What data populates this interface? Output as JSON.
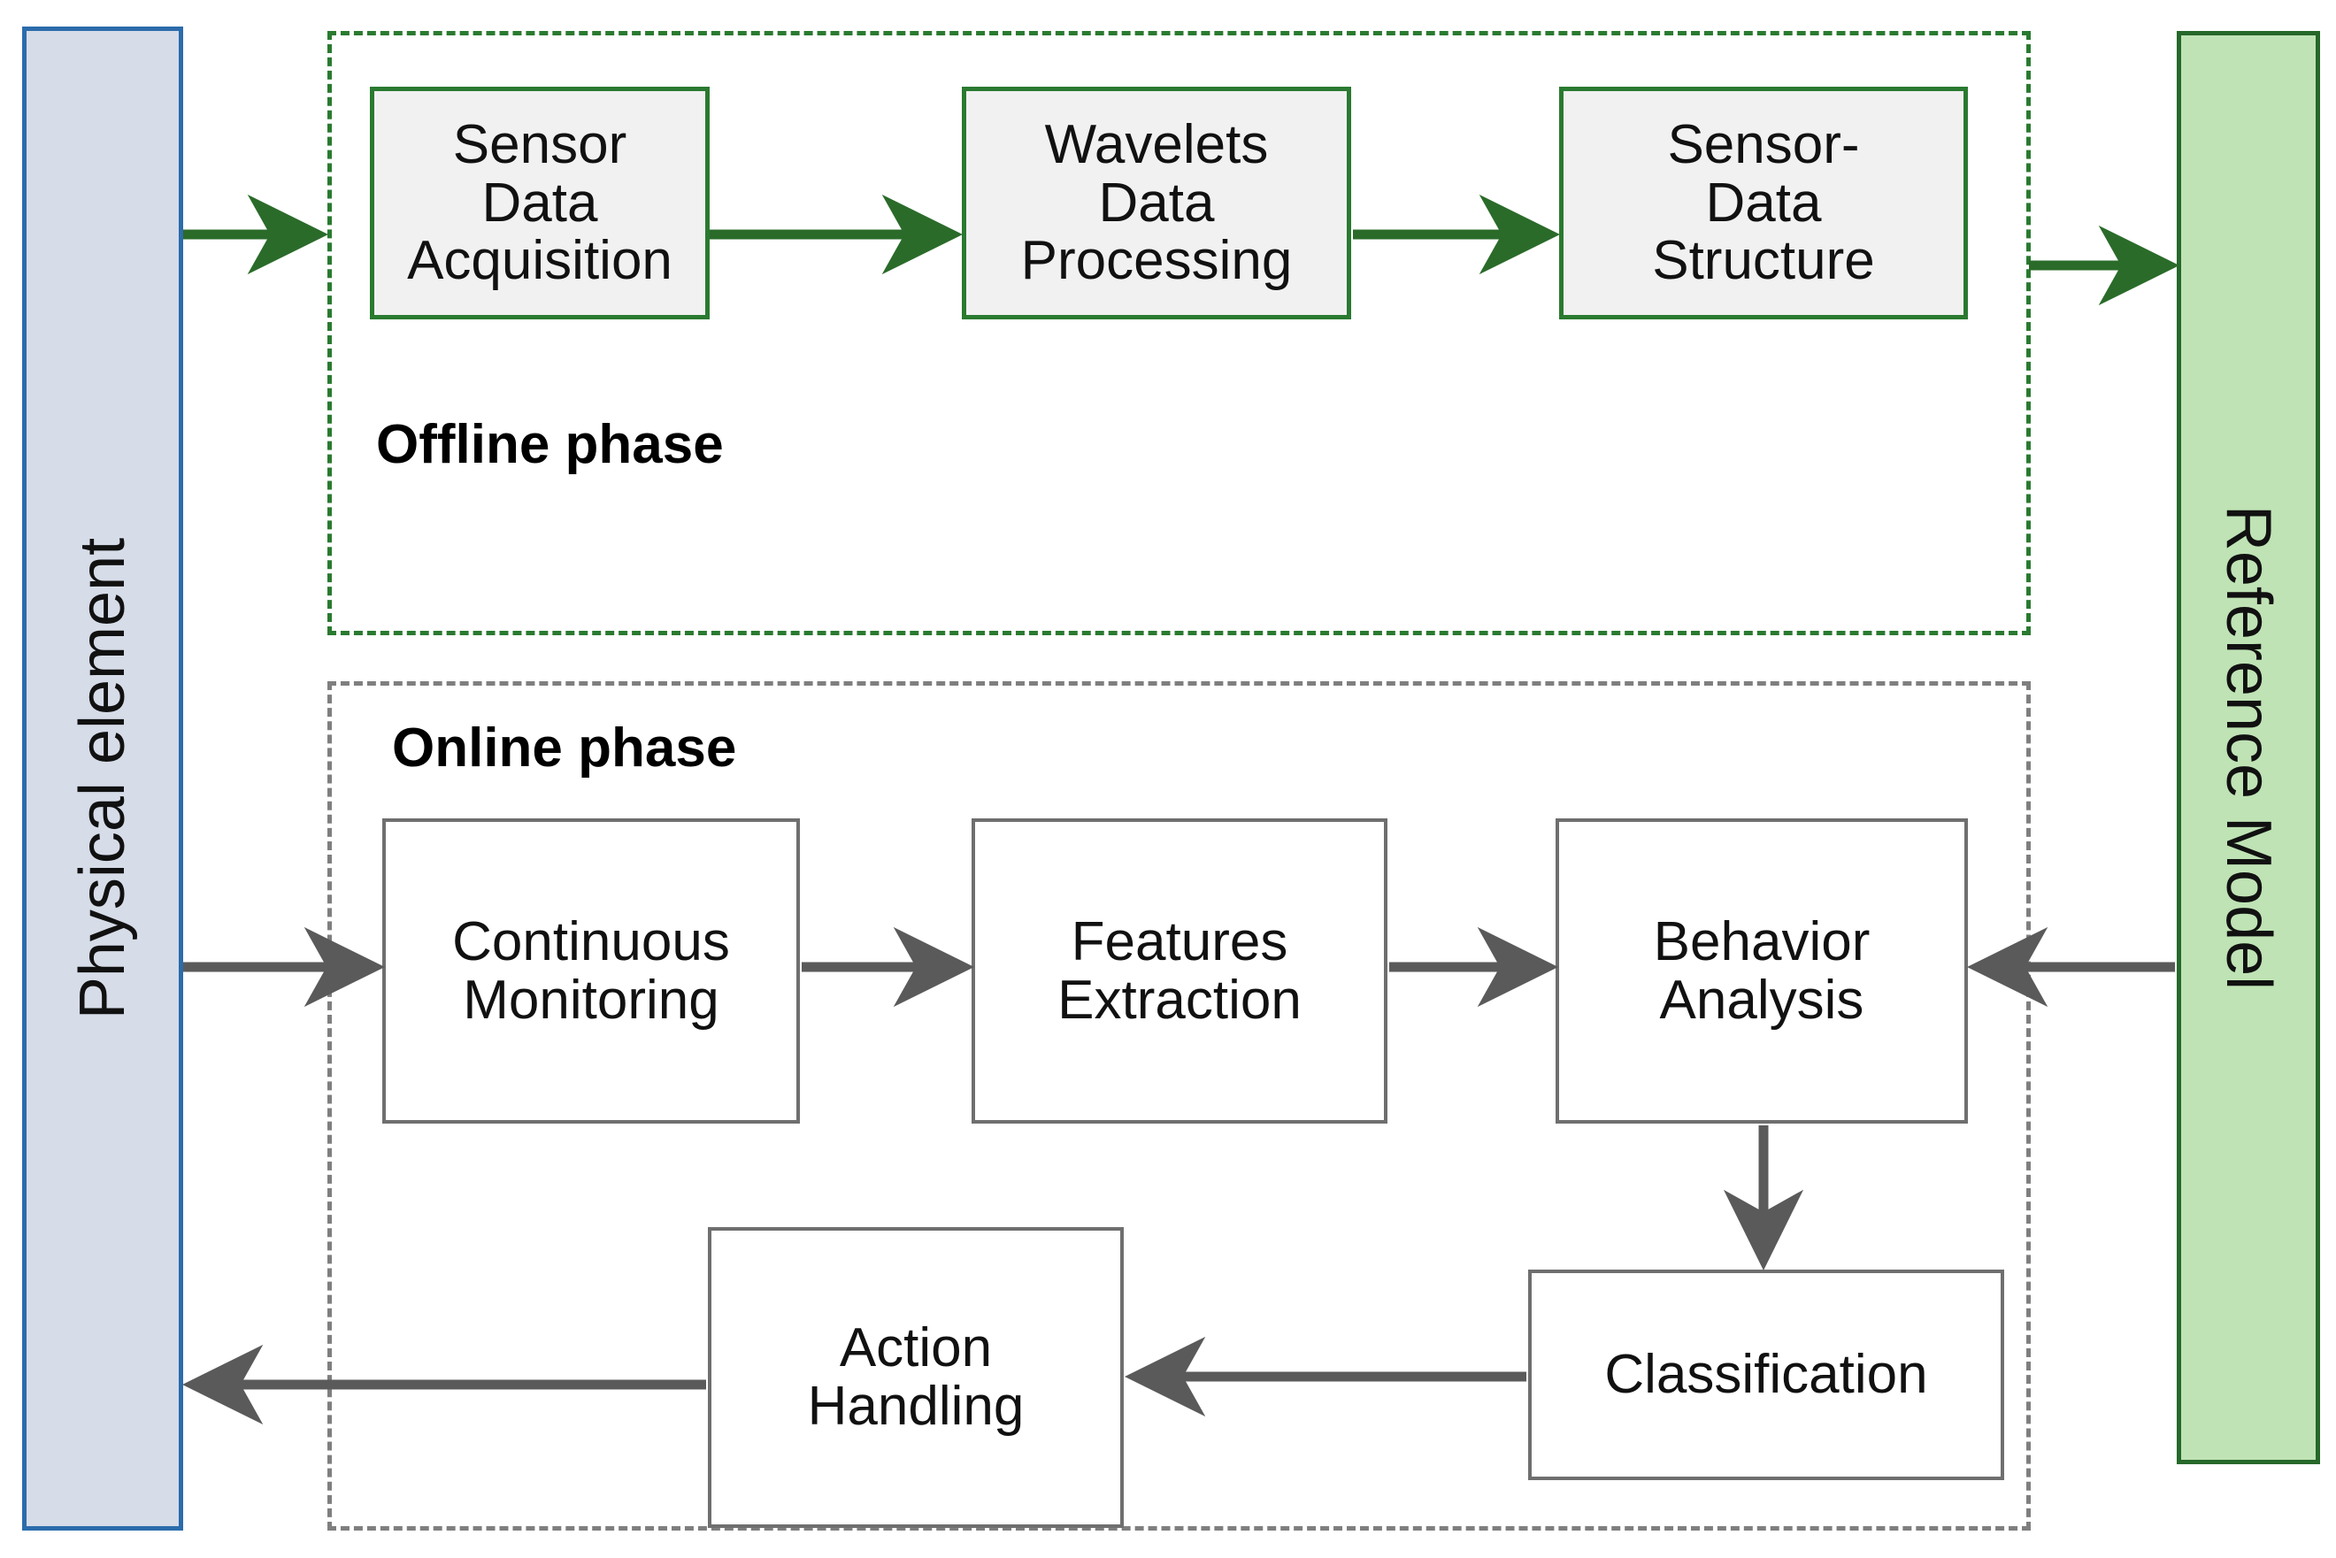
{
  "diagram": {
    "left_panel": {
      "label": "Physical element",
      "fill": "#d6dce8",
      "border": "#2b6cab"
    },
    "right_panel": {
      "label": "Reference Model",
      "fill": "#bfe3b5",
      "border": "#26682a"
    },
    "offline": {
      "phase_label": "Offline phase",
      "border_color": "#2a7a30",
      "nodes": [
        {
          "id": "sensor-data-acquisition",
          "label": "Sensor\nData\nAcquisition"
        },
        {
          "id": "wavelets-data-processing",
          "label": "Wavelets\nData\nProcessing"
        },
        {
          "id": "sensor-data-structure",
          "label": "Sensor-\nData\nStructure"
        }
      ]
    },
    "online": {
      "phase_label": "Online phase",
      "border_color": "#7f7f7f",
      "nodes": [
        {
          "id": "continuous-monitoring",
          "label": "Continuous\nMonitoring"
        },
        {
          "id": "features-extraction",
          "label": "Features\nExtraction"
        },
        {
          "id": "behavior-analysis",
          "label": "Behavior\nAnalysis"
        },
        {
          "id": "classification",
          "label": "Classification"
        },
        {
          "id": "action-handling",
          "label": "Action\nHandling"
        }
      ]
    },
    "connectors": [
      {
        "name": "physical-to-offline",
        "color": "#2a6b2a",
        "from": "Physical element",
        "to": "Offline phase"
      },
      {
        "name": "acquisition-to-wavelets",
        "color": "#2a6b2a",
        "from": "Sensor Data Acquisition",
        "to": "Wavelets Data Processing"
      },
      {
        "name": "wavelets-to-structure",
        "color": "#2a6b2a",
        "from": "Wavelets Data Processing",
        "to": "Sensor-Data Structure"
      },
      {
        "name": "offline-to-reference-model",
        "color": "#2a6b2a",
        "from": "Offline phase",
        "to": "Reference Model"
      },
      {
        "name": "physical-to-continuous-monitoring",
        "color": "#5a5a5a",
        "from": "Physical element",
        "to": "Continuous Monitoring"
      },
      {
        "name": "monitoring-to-features",
        "color": "#5a5a5a",
        "from": "Continuous Monitoring",
        "to": "Features Extraction"
      },
      {
        "name": "features-to-behavior",
        "color": "#5a5a5a",
        "from": "Features Extraction",
        "to": "Behavior Analysis"
      },
      {
        "name": "reference-model-to-behavior",
        "color": "#5a5a5a",
        "from": "Reference Model",
        "to": "Behavior Analysis"
      },
      {
        "name": "behavior-to-classification",
        "color": "#5a5a5a",
        "from": "Behavior Analysis",
        "to": "Classification"
      },
      {
        "name": "classification-to-action",
        "color": "#5a5a5a",
        "from": "Classification",
        "to": "Action Handling"
      },
      {
        "name": "action-to-physical",
        "color": "#5a5a5a",
        "from": "Action Handling",
        "to": "Physical element"
      }
    ]
  }
}
